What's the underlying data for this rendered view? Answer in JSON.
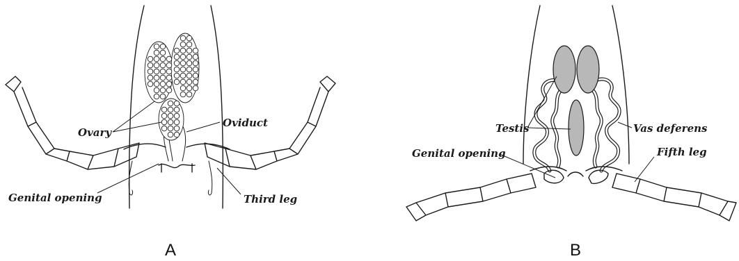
{
  "panel_a": {
    "caption": "A",
    "labels": {
      "ovary": "Ovary",
      "oviduct": "Oviduct",
      "genital_opening": "Genital opening",
      "third_leg": "Third leg"
    }
  },
  "panel_b": {
    "caption": "B",
    "labels": {
      "testis": "Testis",
      "vas_deferens": "Vas deferens",
      "genital_opening": "Genital opening",
      "fifth_leg": "Fifth leg"
    }
  }
}
